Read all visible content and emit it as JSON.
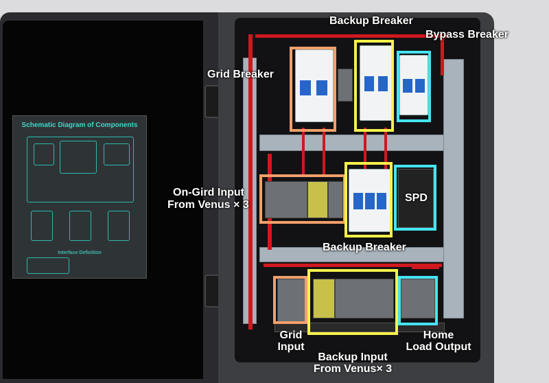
{
  "poster": {
    "title": "Schematic Diagram of Components",
    "footer": "Interface Definition"
  },
  "labels": {
    "backup_breaker_top": "Backup Breaker",
    "bypass_breaker": "Bypass Breaker",
    "grid_breaker": "Grid Breaker",
    "on_grid_input_line1": "On-Gird Input",
    "on_grid_input_line2": "From Venus × 3",
    "spd": "SPD",
    "backup_breaker_mid": "Backup Breaker",
    "grid_input_line1": "Grid",
    "grid_input_line2": "Input",
    "backup_input_line1": "Backup Input",
    "backup_input_line2": "From Venus× 3",
    "home_load_line1": "Home",
    "home_load_line2": "Load Output"
  },
  "colors": {
    "orange": "#f2a06a",
    "yellow": "#f7f24a",
    "cyan": "#45e4f2"
  }
}
